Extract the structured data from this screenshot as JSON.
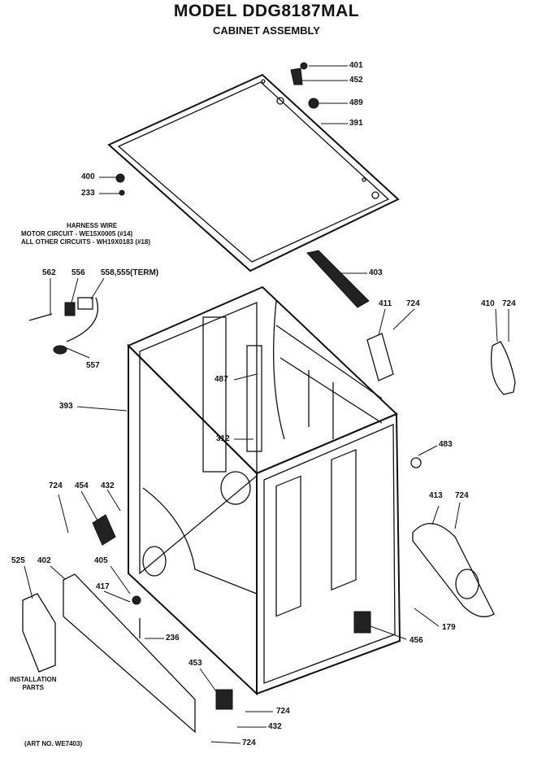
{
  "header": {
    "model": "MODEL DDG8187MAL",
    "section": "CABINET ASSEMBLY"
  },
  "notes": {
    "harness_title": "HARNESS WIRE",
    "harness_motor": "MOTOR CIRCUIT - WE15X0005 (#14)",
    "harness_other": "ALL OTHER CIRCUITS - WH19X0183 (#18)",
    "installation_line1": "INSTALLATION",
    "installation_line2": "PARTS",
    "art_no": "(ART NO. WE7403)"
  },
  "part_labels": {
    "p401": "401",
    "p452": "452",
    "p489": "489",
    "p391": "391",
    "p400": "400",
    "p233": "233",
    "p562": "562",
    "p556": "556",
    "p558": "558,555(TERM)",
    "p557": "557",
    "p403": "403",
    "p411": "411",
    "p724_a": "724",
    "p410": "410",
    "p724_b": "724",
    "p487": "487",
    "p393": "393",
    "p312": "312",
    "p483": "483",
    "p724_c": "724",
    "p454": "454",
    "p432_a": "432",
    "p413": "413",
    "p724_d": "724",
    "p525": "525",
    "p402": "402",
    "p405": "405",
    "p417": "417",
    "p236": "236",
    "p179": "179",
    "p456": "456",
    "p453": "453",
    "p724_e": "724",
    "p432_b": "432",
    "p724_f": "724"
  }
}
